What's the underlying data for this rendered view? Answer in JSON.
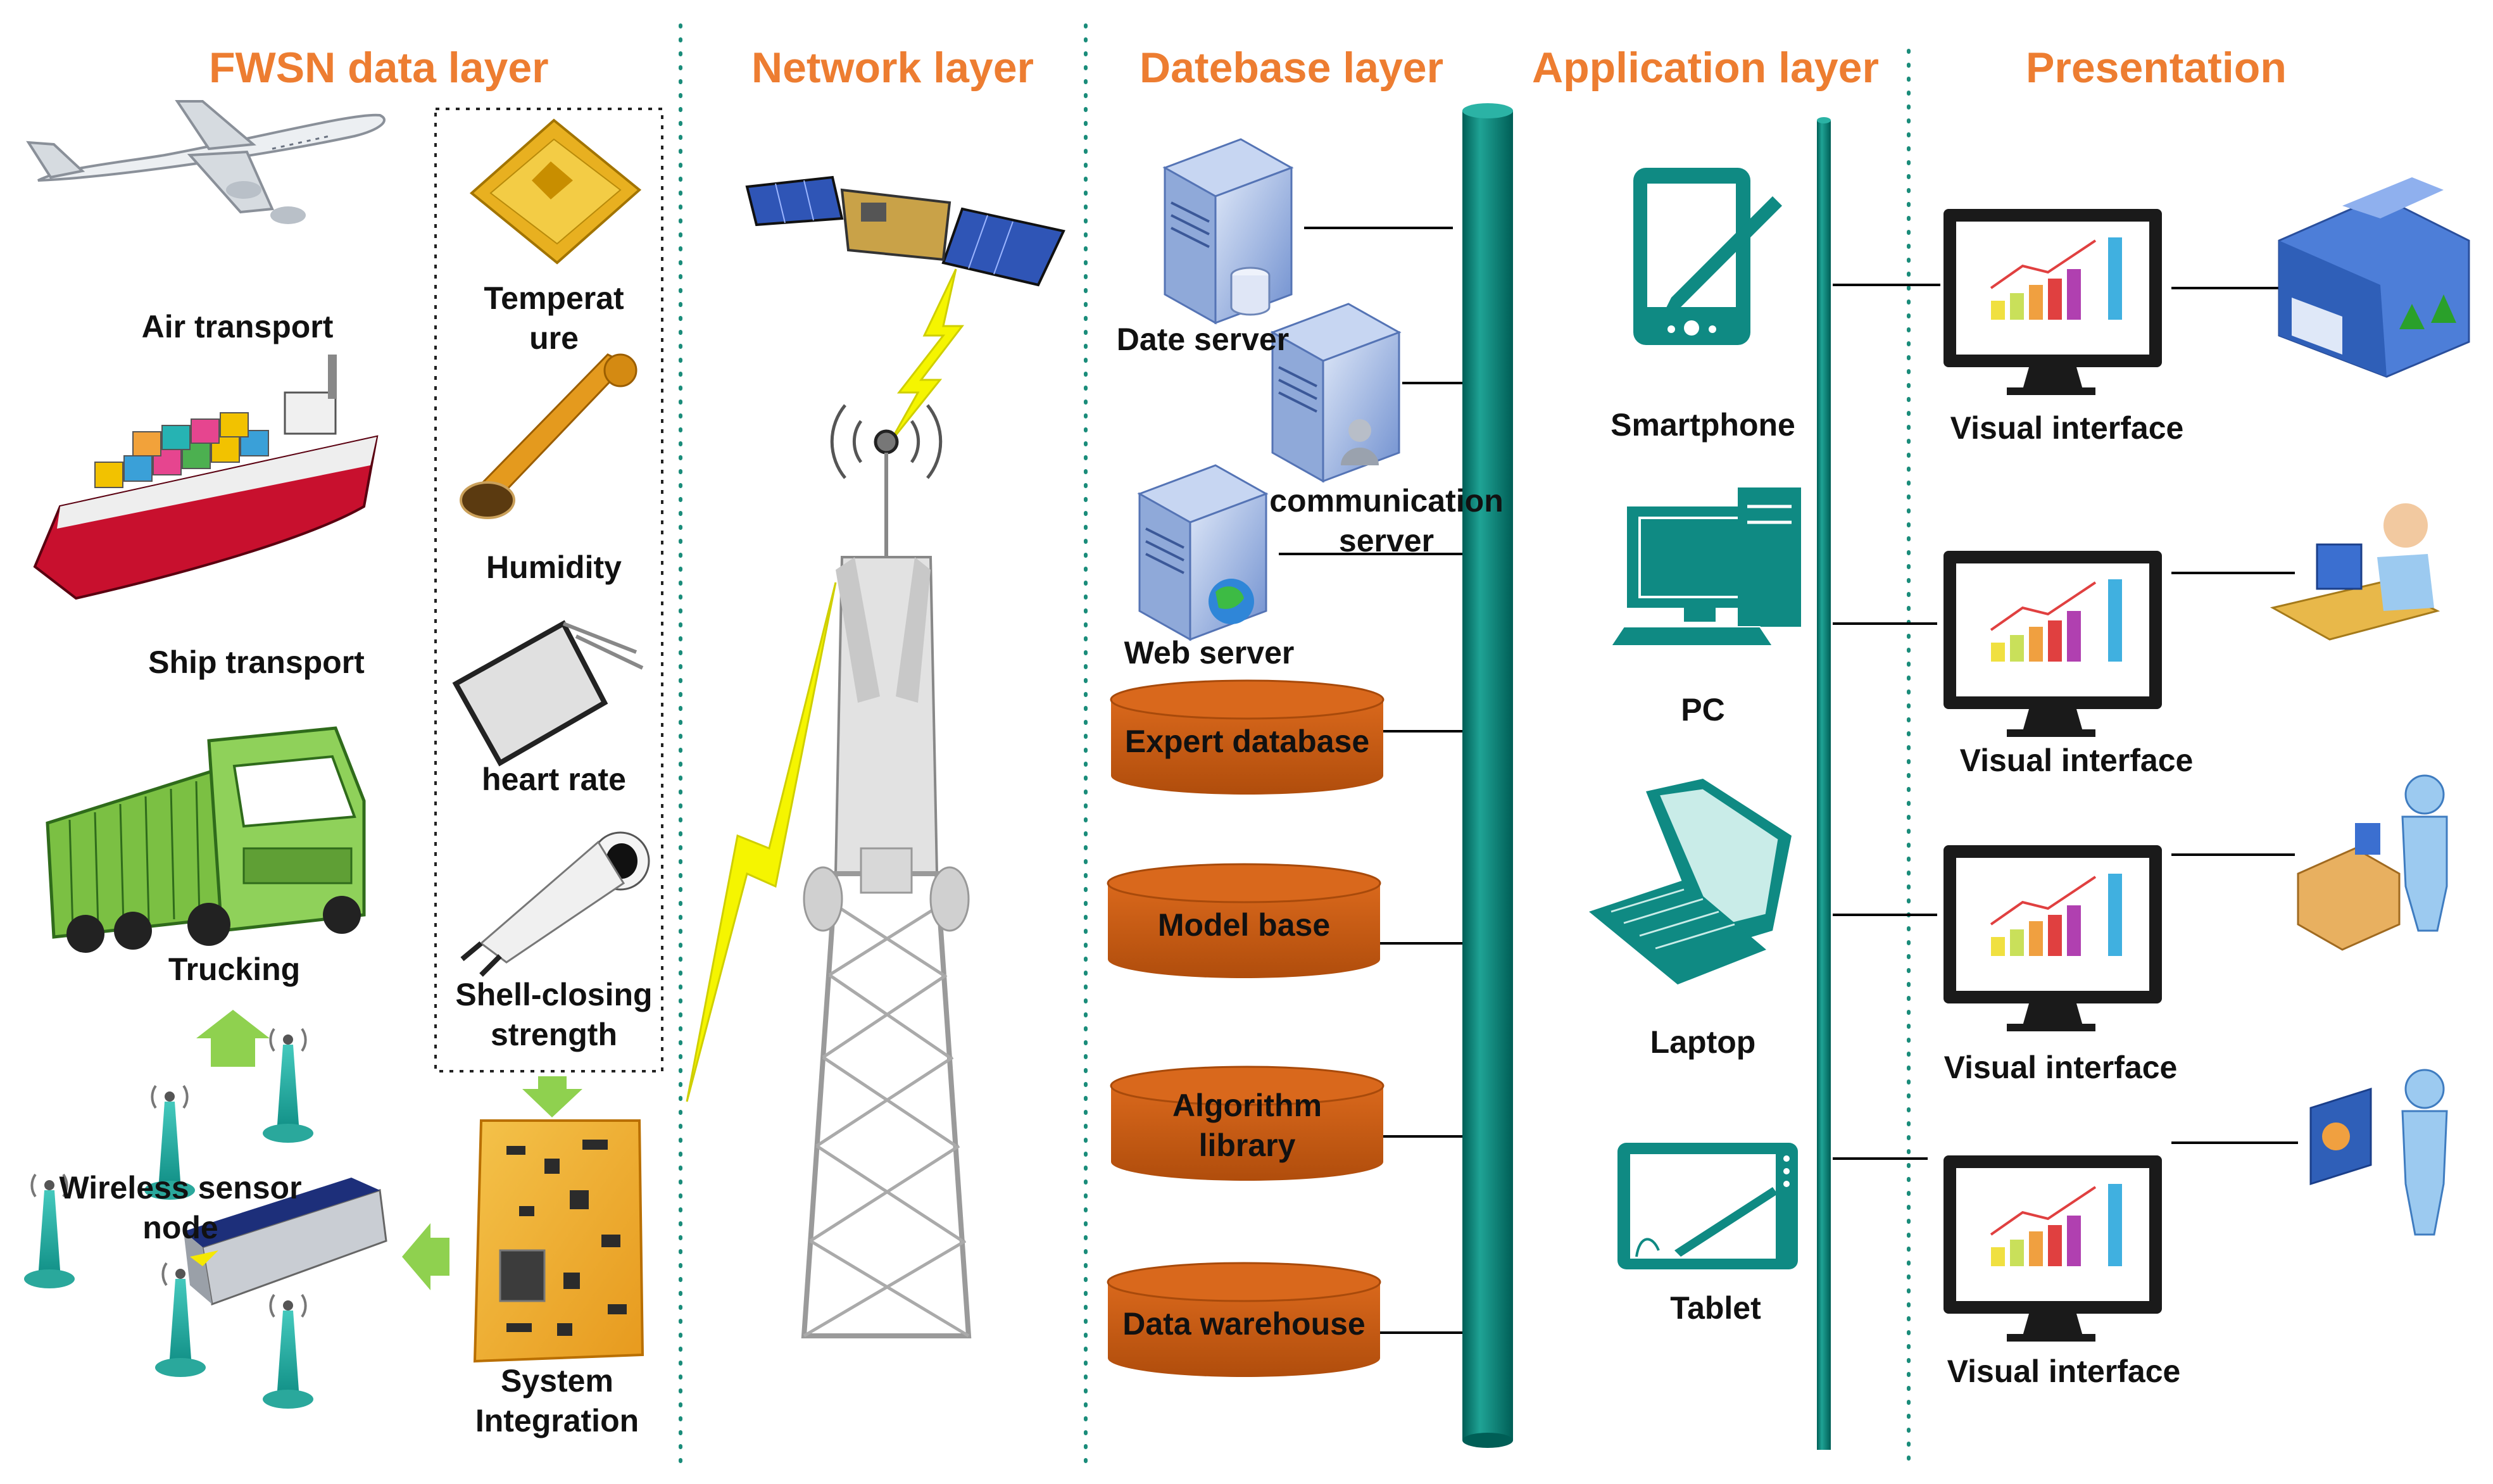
{
  "headers": {
    "fwsn": "FWSN data layer",
    "network": "Network layer",
    "database": "Datebase layer",
    "application": "Application layer",
    "presentation": "Presentation"
  },
  "fwsn": {
    "air": "Air transport",
    "ship": "Ship transport",
    "truck": "Trucking",
    "wsn": "Wireless sensor node",
    "system": "System Integration"
  },
  "sensors": {
    "temperature": "Temperat ure",
    "humidity": "Humidity",
    "heart_rate": "heart rate",
    "shell": "Shell-closing strength"
  },
  "database": {
    "date_server": "Date server",
    "comm_server": "communication server",
    "web_server": "Web server",
    "expert": "Expert database",
    "model": "Model base",
    "algorithm": "Algorithm library",
    "warehouse": "Data warehouse"
  },
  "application": {
    "smartphone": "Smartphone",
    "pc": "PC",
    "laptop": "Laptop",
    "tablet": "Tablet"
  },
  "presentation": {
    "vi1": "Visual interface",
    "vi2": "Visual interface",
    "vi3": "Visual interface",
    "vi4": "Visual interface"
  },
  "colors": {
    "header": "#ed7d31",
    "bus": "#008075",
    "database": "#c55a11",
    "divider": "#1a8c7a",
    "truck": "#70ad47",
    "monitor": "#1a1a1a",
    "server": "#8fa9d9"
  }
}
